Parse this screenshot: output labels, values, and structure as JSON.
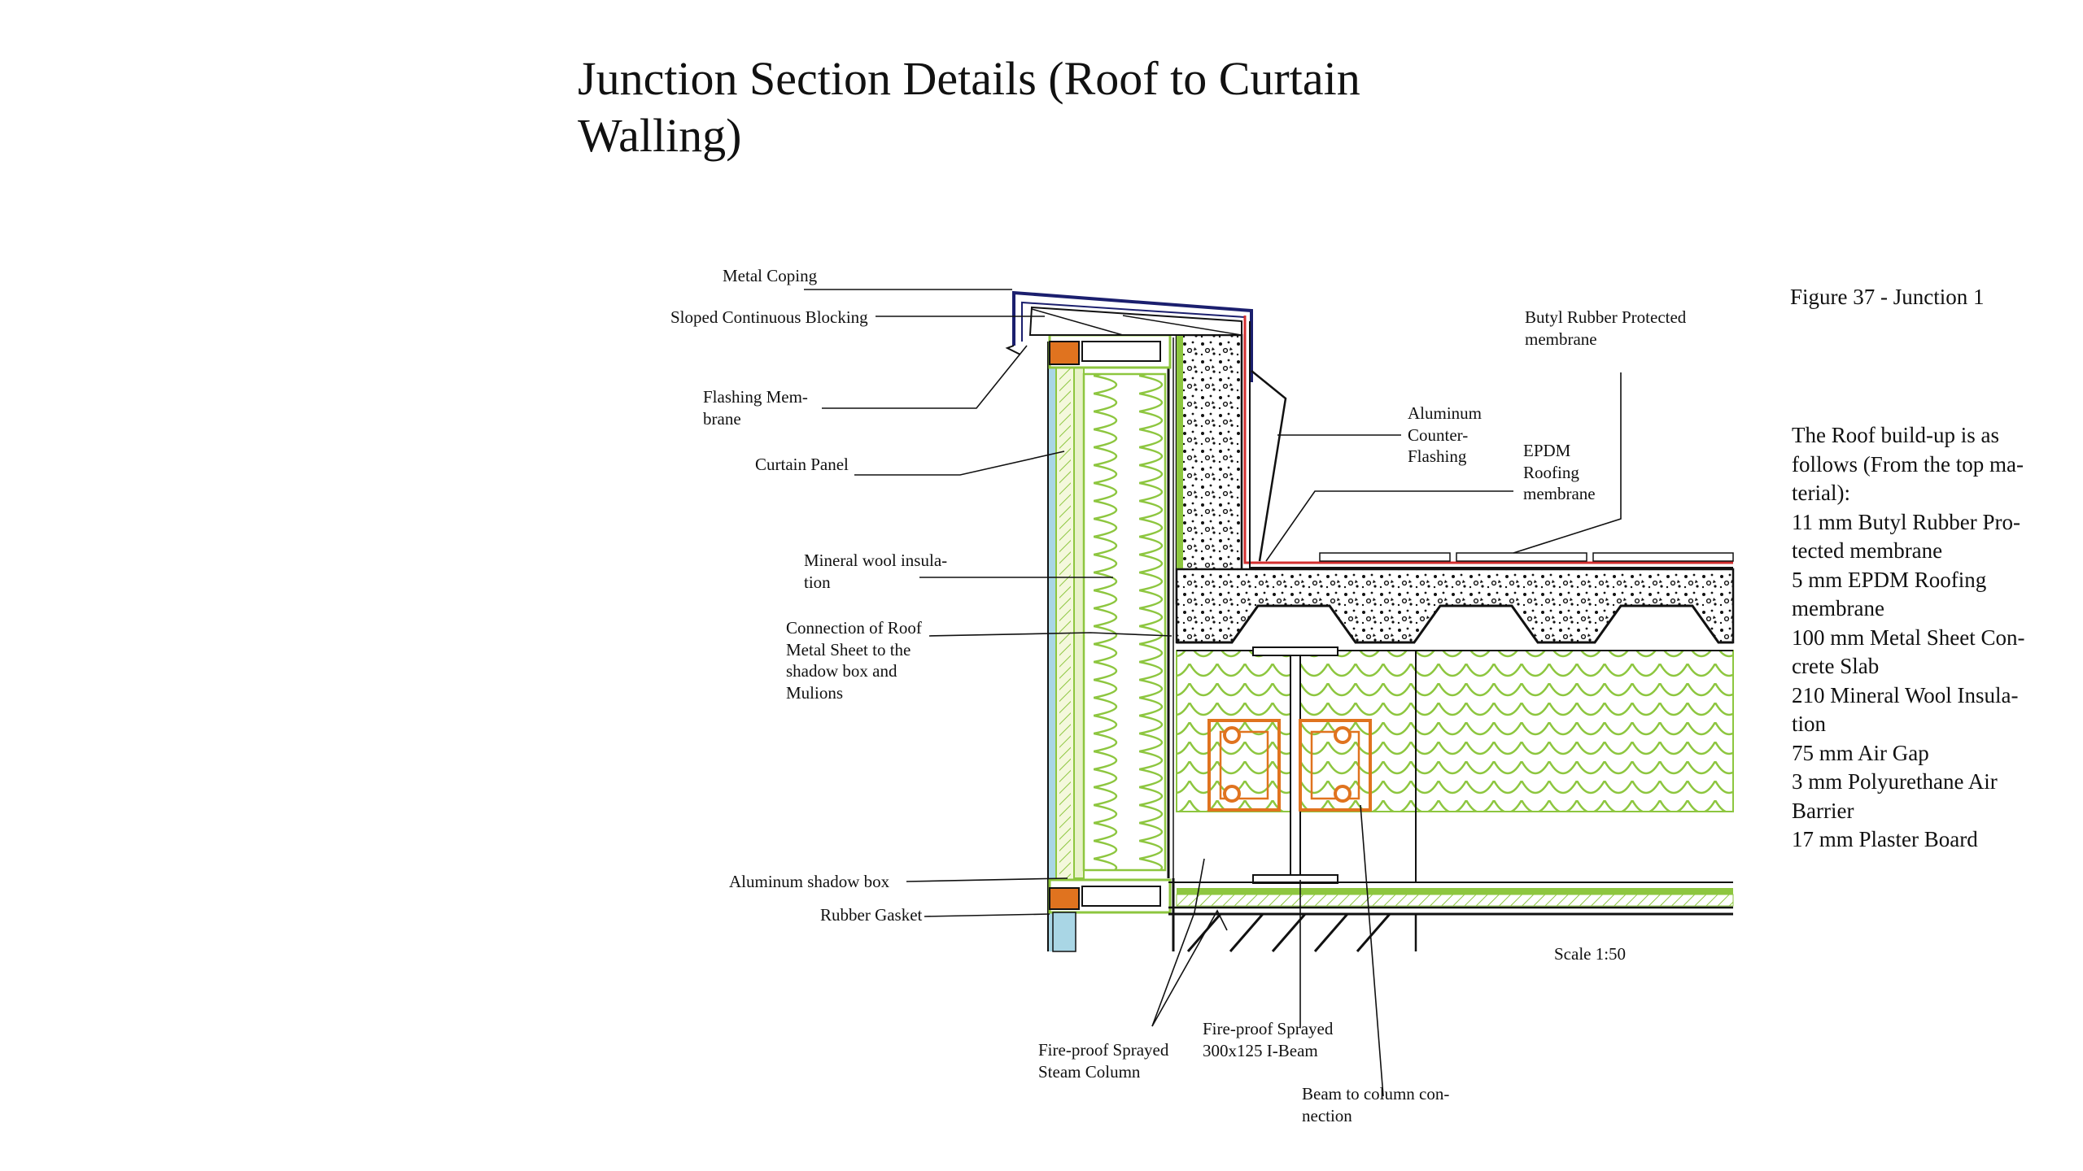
{
  "title_lines": [
    "Junction Section Details (Roof to Curtain",
    "Walling)"
  ],
  "figure_caption": "Figure 37 - Junction 1",
  "description_lines": [
    "The Roof build-up is as",
    "follows (From the top ma-",
    "terial):",
    "11 mm Butyl Rubber Pro-",
    "tected membrane",
    "5 mm EPDM Roofing",
    "membrane",
    "100 mm Metal Sheet Con-",
    "crete Slab",
    "210 Mineral Wool Insula-",
    "tion",
    "75 mm Air Gap",
    "3 mm Polyurethane Air",
    "Barrier",
    "17 mm Plaster Board"
  ],
  "labels": {
    "metal_coping": [
      "Metal Coping"
    ],
    "sloped_blocking": [
      "Sloped Continuous Blocking"
    ],
    "flashing_membrane": [
      "Flashing Mem-",
      "brane"
    ],
    "curtain_panel": [
      "Curtain Panel"
    ],
    "mineral_wool": [
      "Mineral wool insula-",
      "tion"
    ],
    "connection": [
      "Connection of Roof",
      "Metal Sheet to the",
      "shadow box and",
      "Mulions"
    ],
    "shadow_box": [
      "Aluminum shadow box"
    ],
    "rubber_gasket": [
      "Rubber Gasket"
    ],
    "steam_column": [
      "Fire-proof Sprayed",
      "Steam Column"
    ],
    "i_beam": [
      "Fire-proof Sprayed",
      "300x125 I-Beam"
    ],
    "beam_connection": [
      "Beam to column con-",
      "nection"
    ],
    "butyl": [
      "Butyl Rubber Protected",
      "membrane"
    ],
    "counter_flashing": [
      "Aluminum",
      "Counter-",
      "Flashing"
    ],
    "epdm": [
      "EPDM",
      "Roofing",
      "membrane"
    ],
    "scale": [
      "Scale 1:50"
    ]
  },
  "colors": {
    "insulation": "#8dc63f",
    "glass": "#a9d6e5",
    "steel": "#e0731f",
    "coping": "#1b1f6e",
    "membrane": "#d32f2f",
    "line": "#111111"
  }
}
